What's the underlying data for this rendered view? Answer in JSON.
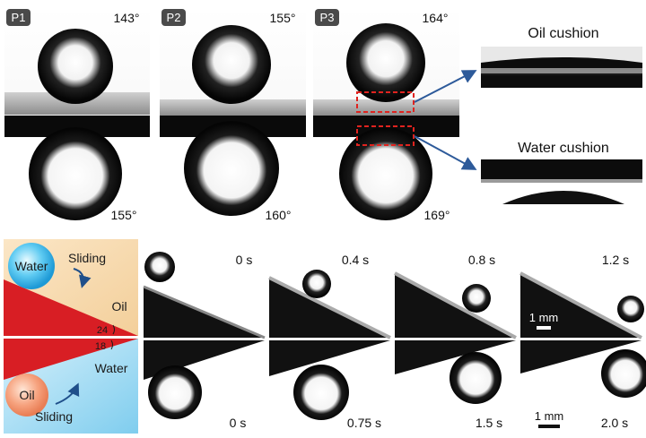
{
  "panels": [
    {
      "label": "P1",
      "top_angle": "143°",
      "bottom_angle": "155°"
    },
    {
      "label": "P2",
      "top_angle": "155°",
      "bottom_angle": "160°"
    },
    {
      "label": "P3",
      "top_angle": "164°",
      "bottom_angle": "169°"
    }
  ],
  "insets": {
    "oil_cushion": "Oil cushion",
    "water_cushion": "Water cushion"
  },
  "schematic_top": {
    "droplet": "Water",
    "action": "Sliding",
    "medium": "Oil",
    "tilt_angle": "24"
  },
  "schematic_bottom": {
    "droplet": "Oil",
    "action": "Sliding",
    "medium": "Water",
    "tilt_angle": "18"
  },
  "sequence_top": {
    "times": [
      "0 s",
      "0.4 s",
      "0.8 s",
      "1.2 s"
    ],
    "scale_bar": "1 mm"
  },
  "sequence_bottom": {
    "times": [
      "0 s",
      "0.75 s",
      "1.5 s",
      "2.0 s"
    ],
    "scale_bar": "1 mm"
  },
  "colors": {
    "water_drop": "#3fb6e8",
    "oil_drop": "#f4a07a",
    "oil_bg": "#f6dcb0",
    "water_bg": "#a9dcf2",
    "surface_red": "#d81e24",
    "highlight_box": "#e0231f",
    "arrow": "#2d5a9a"
  }
}
